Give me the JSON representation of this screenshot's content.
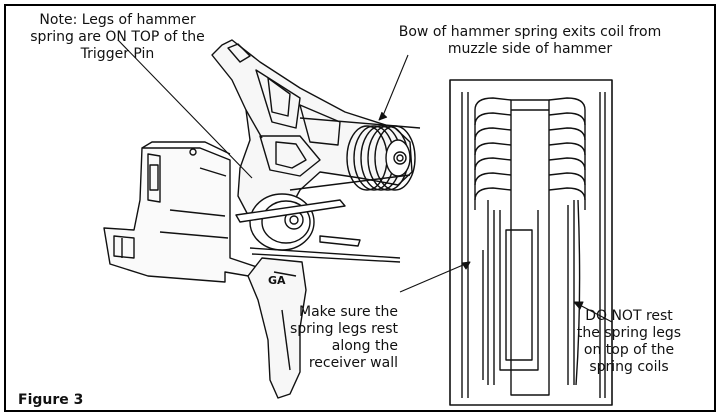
{
  "figure": {
    "note_line1": "Note: Legs of hammer",
    "note_line2": "spring are ON TOP of the",
    "note_line3": "Trigger Pin",
    "bow_line1": "Bow of hammer spring exits coil from",
    "bow_line2": "muzzle side of hammer",
    "make_line1": "Make sure the",
    "make_line2": "spring legs rest",
    "make_line3": "along the",
    "make_line4": "receiver wall",
    "donot_line1": "DO NOT rest",
    "donot_line2": "the spring legs",
    "donot_line3": "on top of the",
    "donot_line4": "spring coils",
    "caption": "Figure 3",
    "trigger_marking": "GA"
  }
}
